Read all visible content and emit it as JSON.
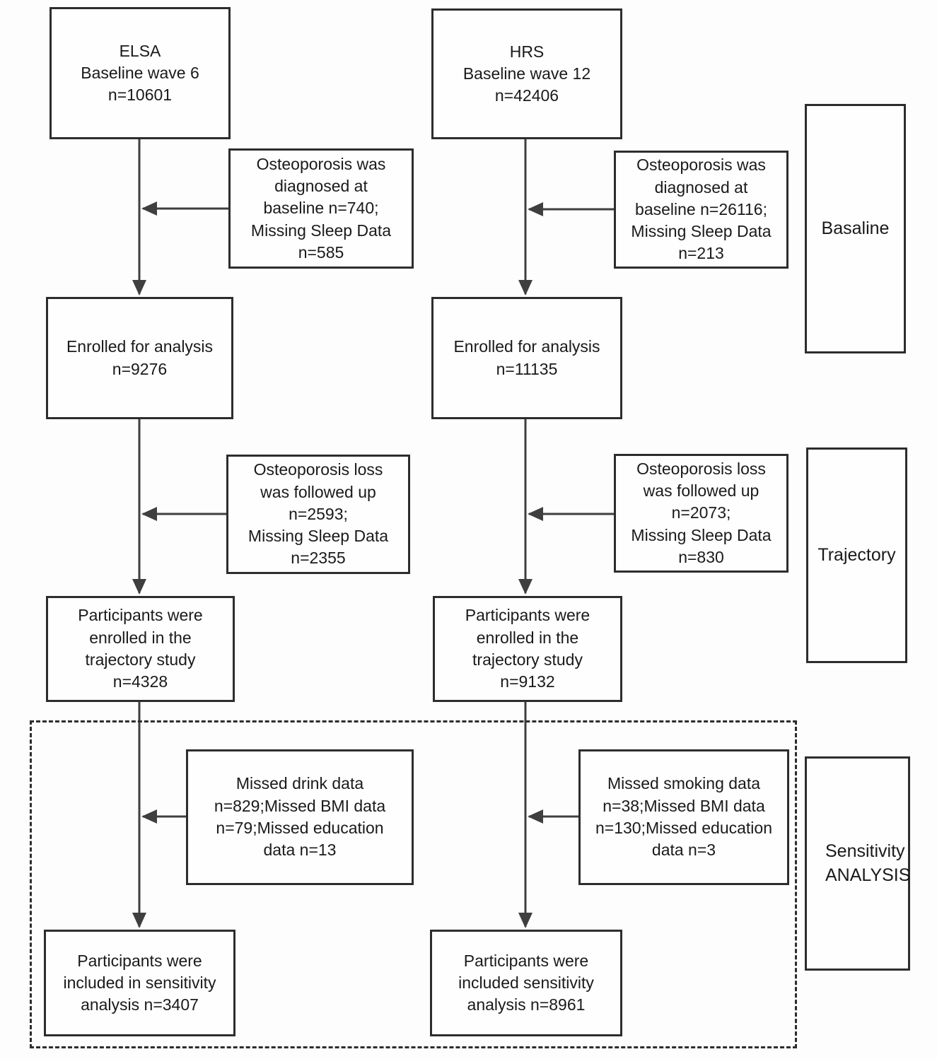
{
  "nodes": {
    "elsa_baseline": "ELSA\nBaseline wave 6\nn=10601",
    "elsa_excl_baseline": "Osteoporosis was\ndiagnosed at\nbaseline n=740;\nMissing Sleep Data\nn=585",
    "elsa_enrolled": "Enrolled for analysis\nn=9276",
    "elsa_excl_trajectory": "Osteoporosis loss\nwas followed up\nn=2593;\nMissing Sleep Data\nn=2355",
    "elsa_trajectory": "Participants were\nenrolled in the\ntrajectory study\nn=4328",
    "elsa_excl_sensitivity": "Missed drink data\nn=829;Missed BMI data\nn=79;Missed education\ndata n=13",
    "elsa_sensitivity": "Participants were\nincluded in sensitivity\nanalysis n=3407",
    "hrs_baseline": "HRS\nBaseline wave 12\nn=42406",
    "hrs_excl_baseline": "Osteoporosis was\ndiagnosed at\nbaseline n=26116;\nMissing Sleep Data\nn=213",
    "hrs_enrolled": "Enrolled for analysis\nn=11135",
    "hrs_excl_trajectory": "Osteoporosis loss\nwas followed up\nn=2073;\nMissing Sleep Data\nn=830",
    "hrs_trajectory": "Participants were\nenrolled in the\ntrajectory study\nn=9132",
    "hrs_excl_sensitivity": "Missed smoking data\nn=38;Missed BMI data\nn=130;Missed education\ndata n=3",
    "hrs_sensitivity": "Participants were\nincluded sensitivity\nanalysis n=8961"
  },
  "stage_labels": {
    "baseline": "Basaline",
    "trajectory": "Trajectory",
    "sensitivity": "Sensitivity\nANALYSIS"
  },
  "colors": {
    "box_border": "#2d2d2d",
    "arrow": "#3f3f3f",
    "background": "#fdfdfd"
  }
}
